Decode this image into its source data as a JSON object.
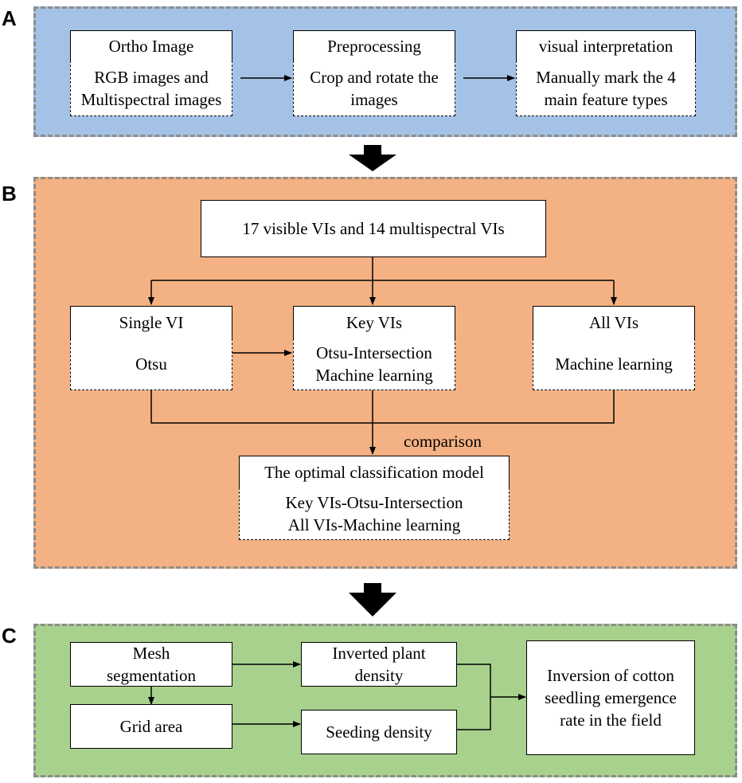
{
  "panels": {
    "A": {
      "letter": "A",
      "color": "#a4c2e5",
      "ortho_title": "Ortho Image",
      "ortho_body": [
        "RGB images and",
        "Multispectral images"
      ],
      "pre_title": "Preprocessing",
      "pre_body": [
        "Crop and rotate the",
        "images"
      ],
      "vis_title": "visual interpretation",
      "vis_body": [
        "Manually mark the 4",
        "main feature types"
      ]
    },
    "B": {
      "letter": "B",
      "color": "#f4b183",
      "top_box": "17 visible VIs and 14 multispectral VIs",
      "single_title": "Single VI",
      "single_body": "Otsu",
      "key_title": "Key VIs",
      "key_body": [
        "Otsu-Intersection",
        "Machine learning"
      ],
      "all_title": "All VIs",
      "all_body": "Machine learning",
      "comparison_label": "comparison",
      "optimal_title": "The optimal classification model",
      "optimal_body": [
        "Key VIs-Otsu-Intersection",
        "All VIs-Machine learning"
      ]
    },
    "C": {
      "letter": "C",
      "color": "#a9d18e",
      "mesh": [
        "Mesh",
        "segmentation"
      ],
      "grid": "Grid area",
      "inverted": [
        "Inverted plant",
        "density"
      ],
      "seeding": "Seeding density",
      "inversion": [
        "Inversion of cotton",
        "seedling emergence",
        "rate in the field"
      ]
    }
  },
  "colors": {
    "arrow": "#000000",
    "panel_border": "#8c8c8c"
  }
}
